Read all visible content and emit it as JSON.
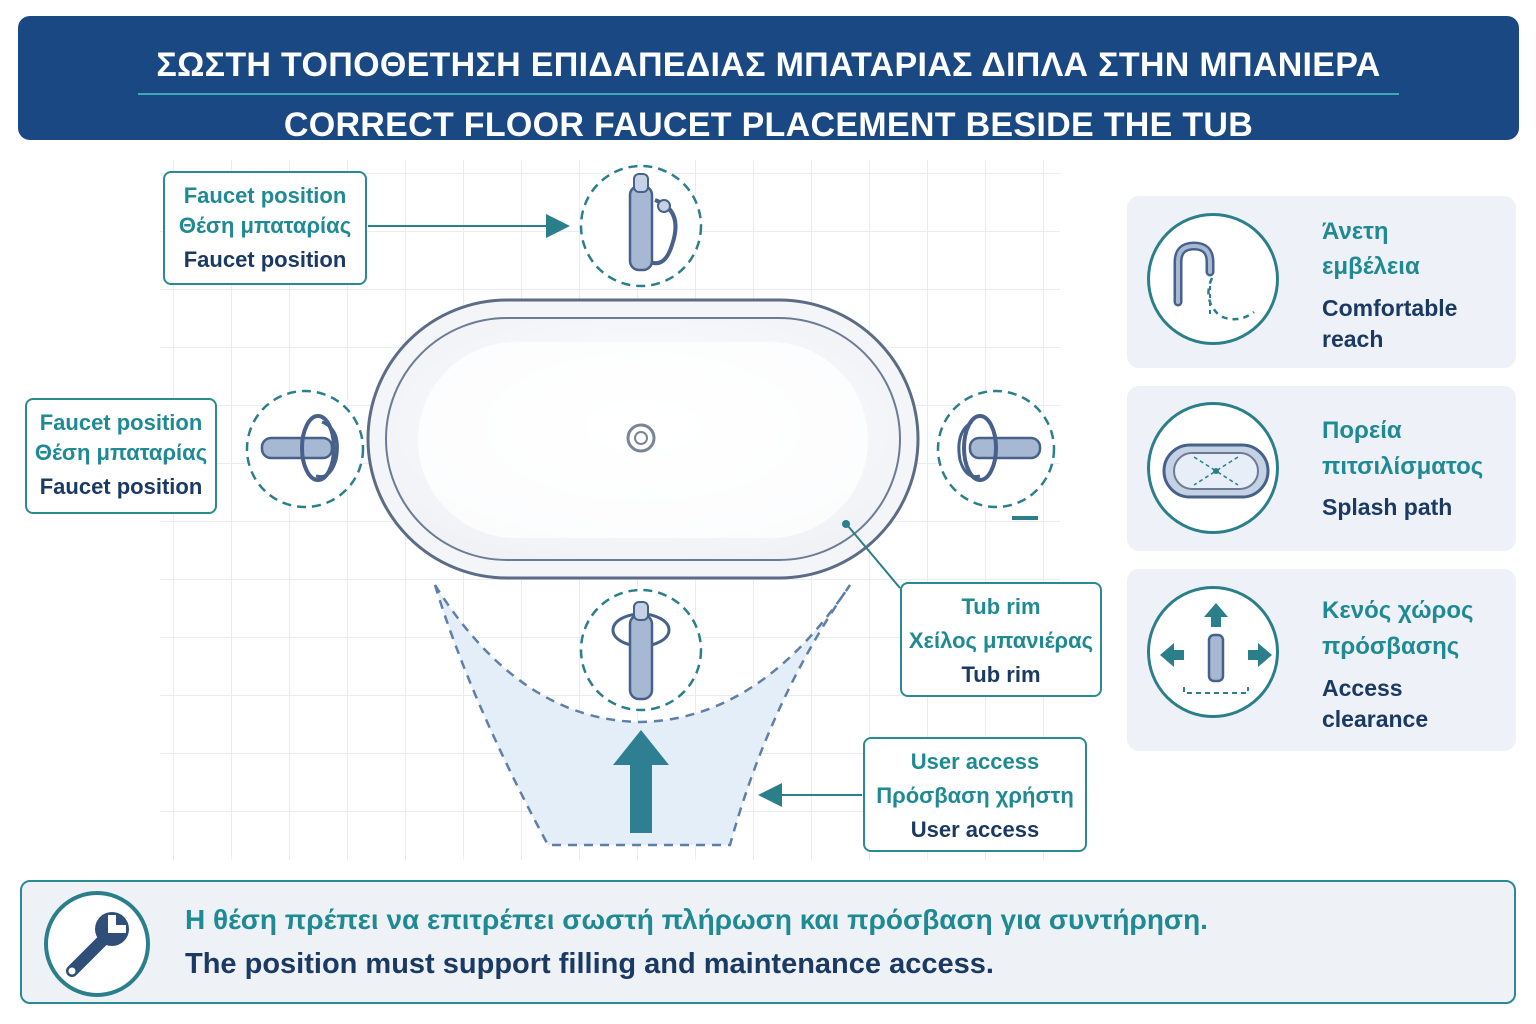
{
  "header": {
    "title_greek": "ΣΩΣΤΗ ΤΟΠΟΘΕΤΗΣΗ ΕΠΙΔΑΠΕΔΙΑΣ ΜΠΑΤΑΡΙΑΣ ΔΙΠΛΑ ΣΤΗΝ ΜΠΑΝΙΕΡΑ",
    "title_english": "CORRECT FLOOR FAUCET PLACEMENT BESIDE THE TUB"
  },
  "labels": {
    "faucet_top": {
      "en1": "Faucet position",
      "gr": "Θέση μπαταρίας",
      "en2": "Faucet position"
    },
    "faucet_left": {
      "en1": "Faucet position",
      "gr": "Θέση μπαταρίας",
      "en2": "Faucet position"
    },
    "tub_rim": {
      "en1": "Tub rim",
      "gr": "Χείλος μπανιέρας",
      "en2": "Tub rim"
    },
    "user_access": {
      "en1": "User access",
      "gr": "Πρόσβαση χρήστη",
      "en2": "User access"
    }
  },
  "panels": [
    {
      "gr1": "Άνετη",
      "gr2": "εμβέλεια",
      "en1": "Comfortable",
      "en2": "reach",
      "icon": "spout-reach-icon"
    },
    {
      "gr1": "Πορεία",
      "gr2": "πιτσιλίσματος",
      "en1": "Splash path",
      "en2": "",
      "icon": "splash-tub-icon"
    },
    {
      "gr1": "Κενός χώρος",
      "gr2": "πρόσβασης",
      "en1": "Access",
      "en2": "clearance",
      "icon": "clearance-arrows-icon"
    }
  ],
  "note": {
    "greek": "Η θέση πρέπει να επιτρέπει σωστή πλήρωση και πρόσβαση για συντήρηση.",
    "english": "The position must support filling and maintenance access.",
    "icon": "wrench-icon"
  },
  "colors": {
    "navy": "#1a4882",
    "teal": "#2a8a94",
    "text_navy": "#1b3a63",
    "panel_bg": "#eef1f7",
    "access_zone": "#e3eef8"
  }
}
